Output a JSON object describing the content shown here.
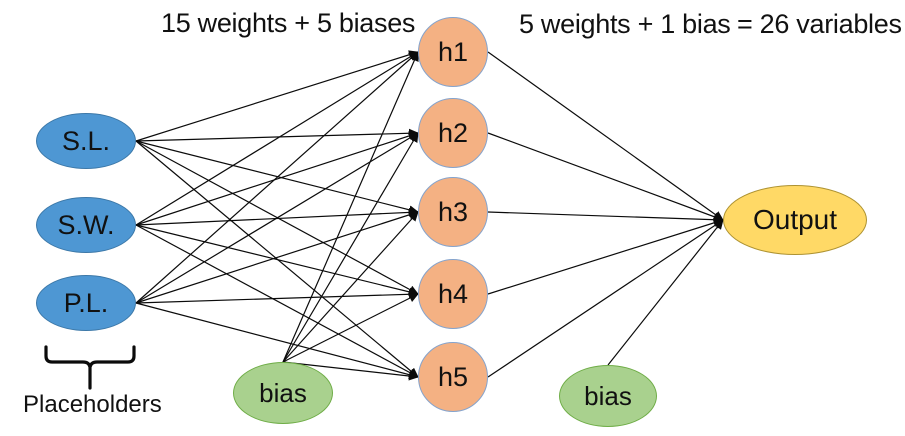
{
  "annotations": {
    "hidden_layer_params": "15 weights + 5 biases",
    "output_layer_params": "5 weights + 1 bias",
    "total_variables": "= 26 variables",
    "placeholders_label": "Placeholders"
  },
  "network": {
    "input_nodes": [
      {
        "label": "S.L."
      },
      {
        "label": "S.W."
      },
      {
        "label": "P.L."
      }
    ],
    "hidden_nodes": [
      {
        "label": "h1"
      },
      {
        "label": "h2"
      },
      {
        "label": "h3"
      },
      {
        "label": "h4"
      },
      {
        "label": "h5"
      }
    ],
    "bias_nodes": [
      {
        "label": "bias"
      },
      {
        "label": "bias"
      }
    ],
    "output_node": {
      "label": "Output"
    },
    "edges": {
      "input_to_hidden": true,
      "bias1_to_hidden": true,
      "hidden_to_output": true,
      "bias2_to_output": true
    }
  },
  "colors": {
    "input_fill": "#4E97D3",
    "input_stroke": "#3C78A8",
    "hidden_fill": "#F4B183",
    "hidden_stroke": "#85A3CC",
    "bias_fill": "#A9D18E",
    "bias_stroke": "#6FAD47",
    "output_fill": "#FFD966",
    "output_stroke": "#AD9231",
    "edge": "#0b0b0b"
  }
}
